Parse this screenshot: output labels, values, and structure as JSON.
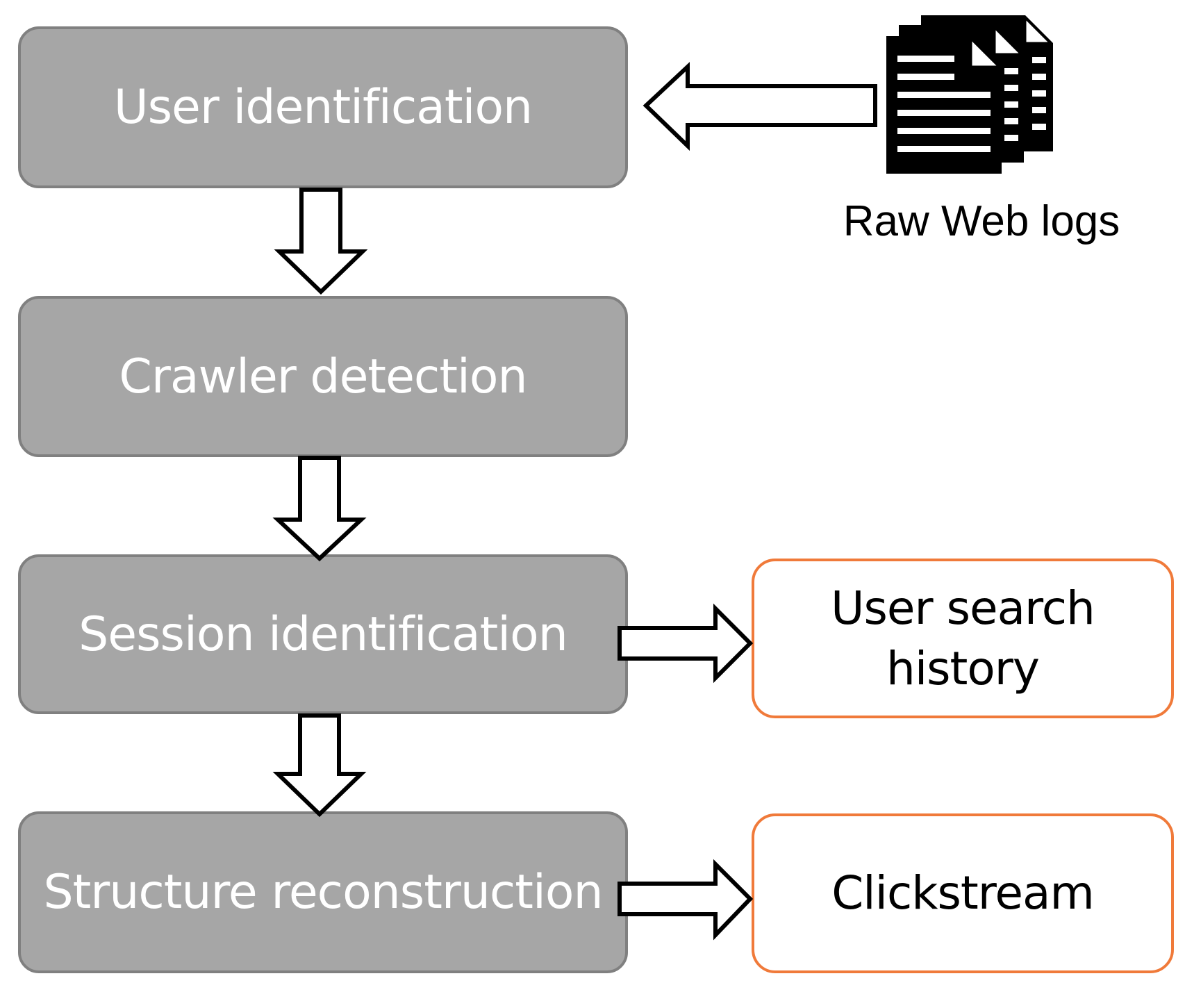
{
  "diagram": {
    "steps": [
      {
        "label": "User identification"
      },
      {
        "label": "Crawler detection"
      },
      {
        "label": "Session identification"
      },
      {
        "label": "Structure reconstruction"
      }
    ],
    "source": {
      "label": "Raw Web logs",
      "icon": "document-stack-icon"
    },
    "outputs": [
      {
        "label": "User search history"
      },
      {
        "label": "Clickstream"
      }
    ],
    "colors": {
      "step_fill": "#a6a6a6",
      "step_border": "#808080",
      "step_text": "#ffffff",
      "output_border": "#f07a3a",
      "arrow_fill": "#ffffff",
      "arrow_stroke": "#000000"
    }
  }
}
